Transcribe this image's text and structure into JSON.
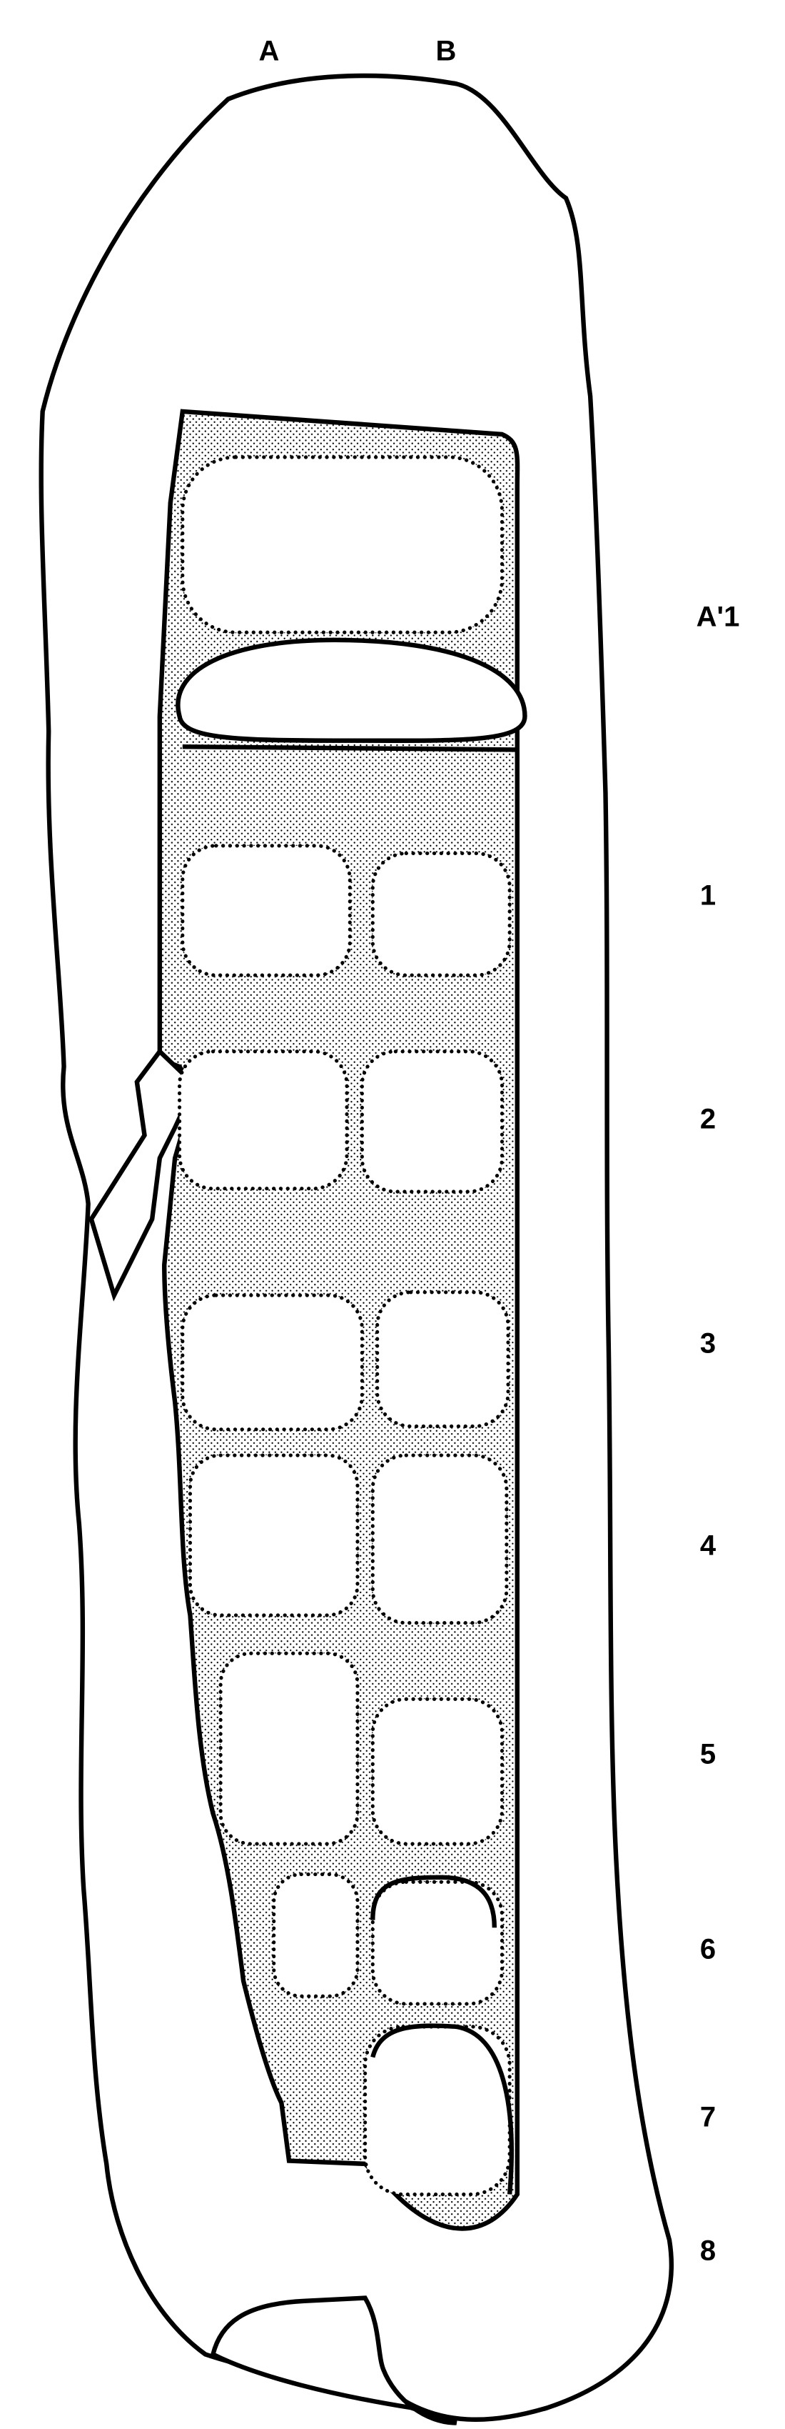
{
  "column_labels": [
    "A",
    "B"
  ],
  "row_labels": [
    "A'1",
    "1",
    "2",
    "3",
    "4",
    "5",
    "6",
    "7",
    "8"
  ],
  "colors": {
    "ink": "#000000",
    "paper": "#ffffff"
  }
}
